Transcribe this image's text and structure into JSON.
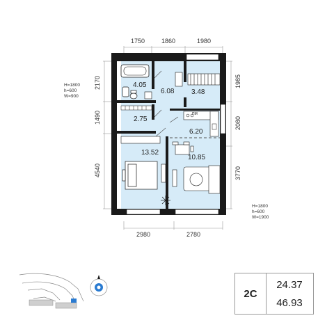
{
  "plan": {
    "top_dims": [
      "1750",
      "1860",
      "1980"
    ],
    "bottom_dims": [
      "2980",
      "2780"
    ],
    "left_dims": [
      "2170",
      "1490",
      "4540"
    ],
    "right_dims": [
      "1985",
      "2080",
      "3770"
    ],
    "rooms": [
      {
        "id": "bath",
        "area": "4.05"
      },
      {
        "id": "hall",
        "area": "6.08"
      },
      {
        "id": "storage",
        "area": "3.48"
      },
      {
        "id": "closet",
        "area": "2.75"
      },
      {
        "id": "kitchen",
        "area": "6.20"
      },
      {
        "id": "bedroom",
        "area": "13.52"
      },
      {
        "id": "living",
        "area": "10.85"
      }
    ],
    "fixture_label": "ПМ",
    "window_note_top": [
      "H=1800",
      "h=600",
      "W=900"
    ],
    "window_note_bottom": [
      "H=1800",
      "h=600",
      "W=1900"
    ]
  },
  "summary": {
    "type": "2С",
    "area_living": "24.37",
    "area_total": "46.93"
  },
  "colors": {
    "room_fill": "#d6ebf8",
    "wall": "#1a1a1a",
    "accent": "#2a7bd1"
  }
}
